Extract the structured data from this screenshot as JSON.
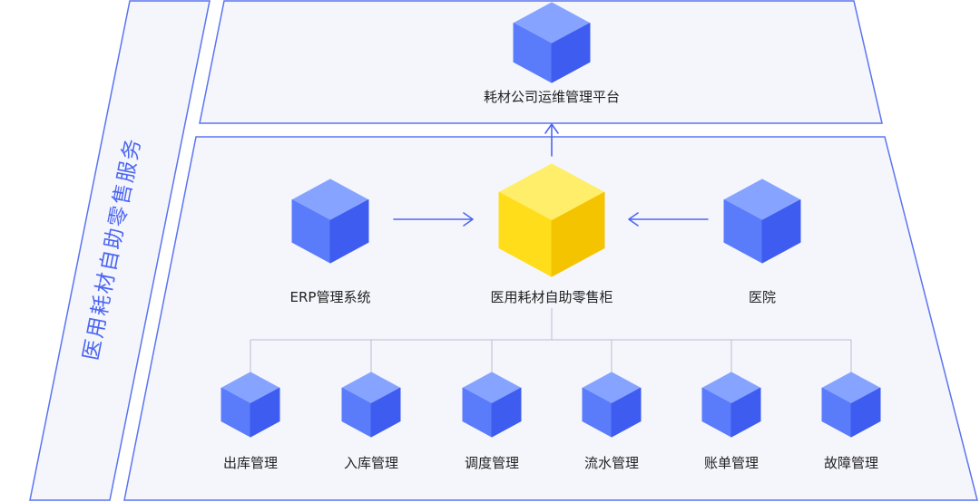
{
  "colors": {
    "panel_fill": "#F5F6FC",
    "panel_stroke": "#5B74F0",
    "arrow": "#4C66F2",
    "connector": "#B8BED2",
    "blue_top": "#86A4FF",
    "blue_left": "#5B7CFA",
    "blue_right": "#3E5CEF",
    "yellow_top": "#FFEE6A",
    "yellow_left": "#FFDD1A",
    "yellow_right": "#F5C400",
    "side_text": "#4C66F2"
  },
  "side_title": "医用耗材自助零售服务",
  "platform": {
    "label": "耗材公司运维管理平台",
    "icon": "cube-icon"
  },
  "core": {
    "center": {
      "label": "医用耗材自助零售柜",
      "icon": "cube-icon"
    },
    "left": {
      "label": "ERP管理系统",
      "icon": "cube-icon"
    },
    "right": {
      "label": "医院",
      "icon": "cube-icon"
    }
  },
  "modules": [
    {
      "label": "出库管理",
      "icon": "cube-icon"
    },
    {
      "label": "入库管理",
      "icon": "cube-icon"
    },
    {
      "label": "调度管理",
      "icon": "cube-icon"
    },
    {
      "label": "流水管理",
      "icon": "cube-icon"
    },
    {
      "label": "账单管理",
      "icon": "cube-icon"
    },
    {
      "label": "故障管理",
      "icon": "cube-icon"
    }
  ]
}
